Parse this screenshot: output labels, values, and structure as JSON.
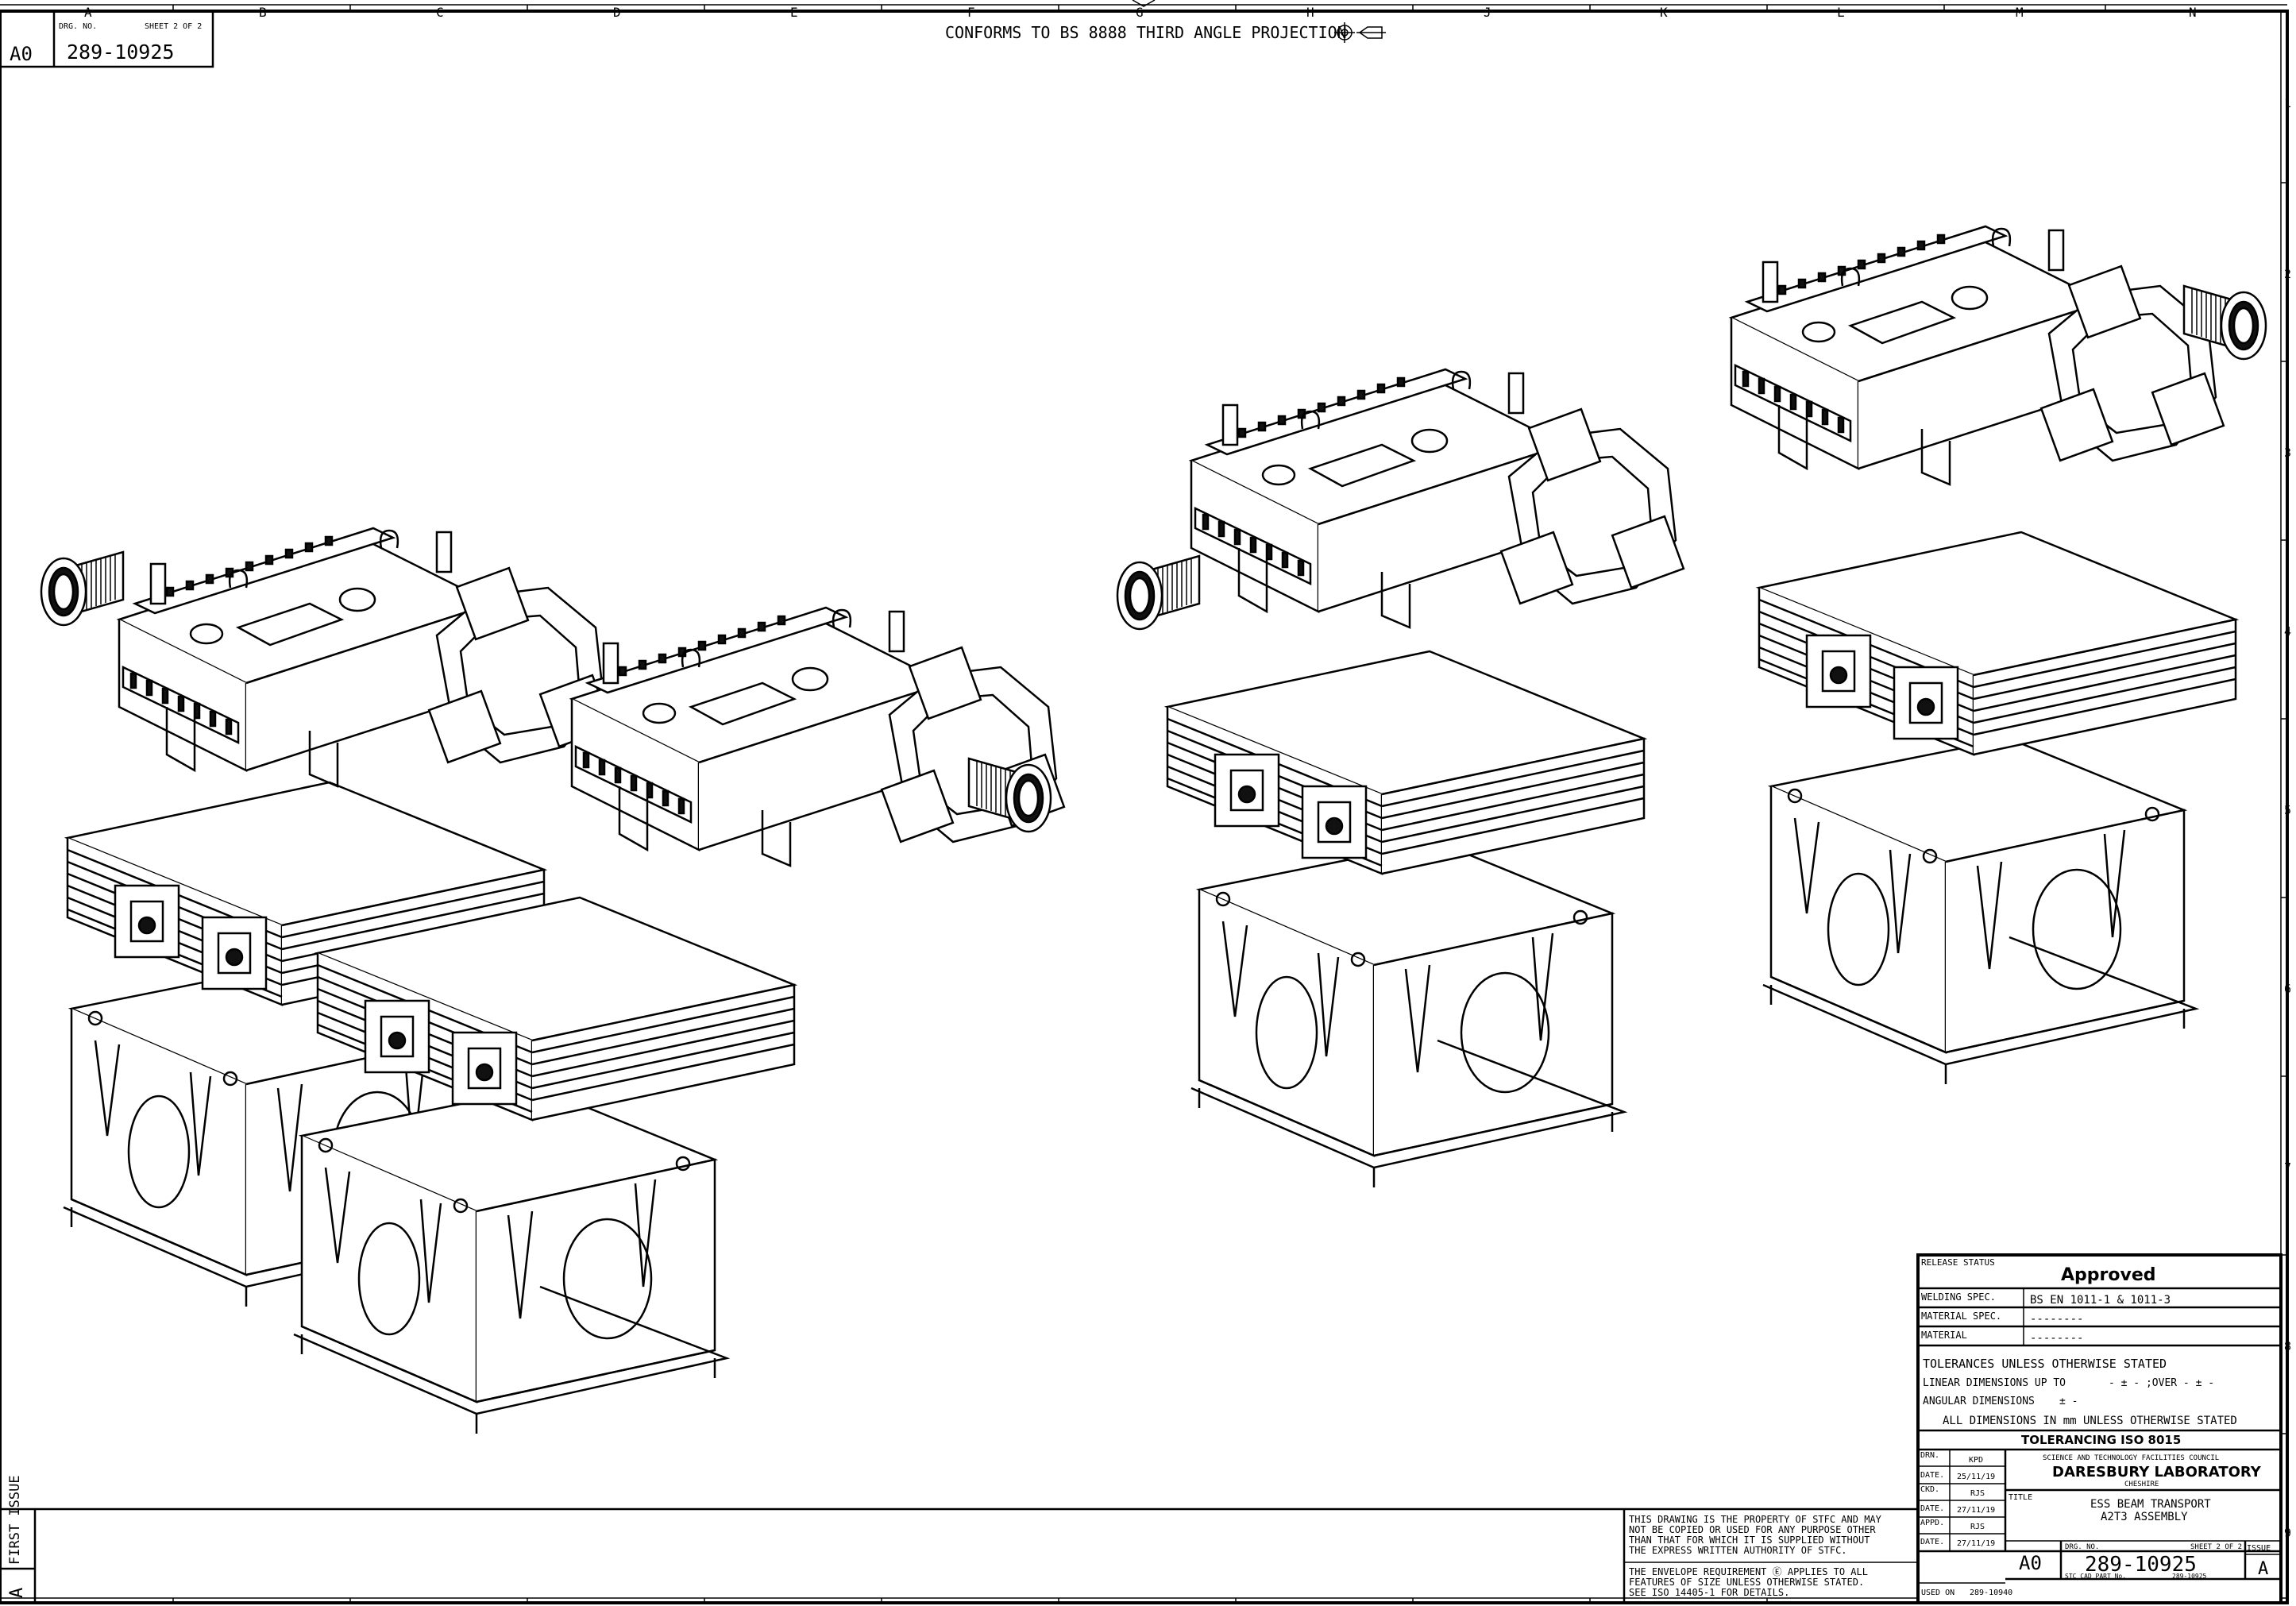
{
  "top_note": "CONFORMS TO BS 8888 THIRD ANGLE PROJECTION",
  "grid": {
    "columns": [
      "A",
      "B",
      "C",
      "D",
      "E",
      "F",
      "G",
      "H",
      "J",
      "K",
      "L",
      "M",
      "N"
    ],
    "rows": [
      "1",
      "2",
      "3",
      "4",
      "5",
      "6",
      "7",
      "8",
      "9"
    ]
  },
  "corner_box": {
    "size": "A0",
    "drg_no_label": "DRG. NO.",
    "sheet_label": "SHEET 2 OF 2",
    "drg_no": "289-10925"
  },
  "revision": {
    "issue": "A",
    "note": "FIRST ISSUE"
  },
  "notice": {
    "lines": [
      "THIS DRAWING IS THE PROPERTY OF STFC AND MAY",
      "NOT BE COPIED OR USED FOR ANY PURPOSE OTHER",
      "THAN THAT FOR WHICH IT IS SUPPLIED WITHOUT",
      "THE EXPRESS WRITTEN AUTHORITY OF STFC."
    ],
    "envelope_lines": [
      "THE ENVELOPE REQUIREMENT Ⓔ APPLIES TO ALL",
      "FEATURES OF SIZE UNLESS OTHERWISE STATED.",
      "SEE ISO 14405-1 FOR DETAILS."
    ]
  },
  "title_block": {
    "release_status_label": "RELEASE STATUS",
    "release_status": "Approved",
    "welding_spec_label": "WELDING SPEC.",
    "welding_spec": "BS EN 1011-1 & 1011-3",
    "material_spec_label": "MATERIAL SPEC.",
    "material_spec": "--------",
    "material_label": "MATERIAL",
    "material": "--------",
    "tolerances_heading": "TOLERANCES UNLESS OTHERWISE STATED",
    "linear_label": "LINEAR DIMENSIONS UP TO",
    "linear_value": "- ± -   ;OVER   - ± -",
    "angular_label": "ANGULAR DIMENSIONS",
    "angular_value": "± -",
    "all_dims": "ALL DIMENSIONS IN mm UNLESS OTHERWISE STATED",
    "toleran_std": "TOLERANCING ISO 8015",
    "drn_label": "DRN.",
    "drn": "KPD",
    "drn_date_label": "DATE.",
    "drn_date": "25/11/19",
    "ckd_label": "CKD.",
    "ckd": "RJS",
    "ckd_date_label": "DATE.",
    "ckd_date": "27/11/19",
    "appd_label": "APPD.",
    "appd": "RJS",
    "appd_date_label": "DATE.",
    "appd_date": "27/11/19",
    "council": "SCIENCE AND TECHNOLOGY FACILITIES COUNCIL",
    "lab": "DARESBURY LABORATORY",
    "county": "CHESHIRE",
    "title_label": "TITLE",
    "title_line1": "ESS BEAM TRANSPORT",
    "title_line2": "A2T3 ASSEMBLY",
    "size": "A0",
    "drg_no_label": "DRG. NO.",
    "sheet_label": "SHEET 2 OF 2",
    "drg_no": "289-10925",
    "issue_label": "ISSUE",
    "issue": "A",
    "cad_label": "STC CAD PART No.",
    "cad_no": "289-10925",
    "used_on_label": "USED ON",
    "used_on": "289-10940"
  }
}
